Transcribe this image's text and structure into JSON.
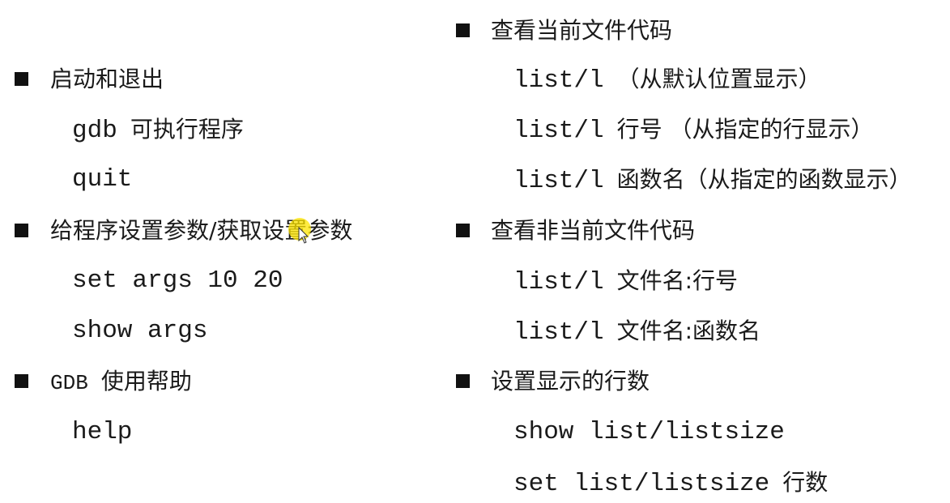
{
  "left": {
    "sections": [
      {
        "heading": "启动和退出",
        "lines": [
          {
            "code": "gdb",
            "text": "可执行程序"
          },
          {
            "code": "quit",
            "text": ""
          }
        ]
      },
      {
        "heading": "给程序设置参数/获取设置参数",
        "lines": [
          {
            "code": "set args 10 20",
            "text": ""
          },
          {
            "code": "show args",
            "text": ""
          }
        ]
      },
      {
        "heading_code": "GDB",
        "heading": "使用帮助",
        "lines": [
          {
            "code": "help",
            "text": ""
          }
        ]
      }
    ]
  },
  "right": {
    "sections": [
      {
        "heading": "查看当前文件代码",
        "lines": [
          {
            "code": "list/l",
            "text": "（从默认位置显示）"
          },
          {
            "code": "list/l",
            "text": "行号 （从指定的行显示）"
          },
          {
            "code": "list/l",
            "text": "函数名（从指定的函数显示）"
          }
        ]
      },
      {
        "heading": "查看非当前文件代码",
        "lines": [
          {
            "code": "list/l",
            "text": "文件名:行号"
          },
          {
            "code": "list/l",
            "text": "文件名:函数名"
          }
        ]
      },
      {
        "heading": "设置显示的行数",
        "lines": [
          {
            "code": "show list/listsize",
            "text": ""
          },
          {
            "code": "set list/listsize",
            "text": "行数"
          }
        ]
      }
    ]
  },
  "cursor": {
    "icon": "mouse-pointer-icon",
    "highlight_color": "#ffe600"
  }
}
